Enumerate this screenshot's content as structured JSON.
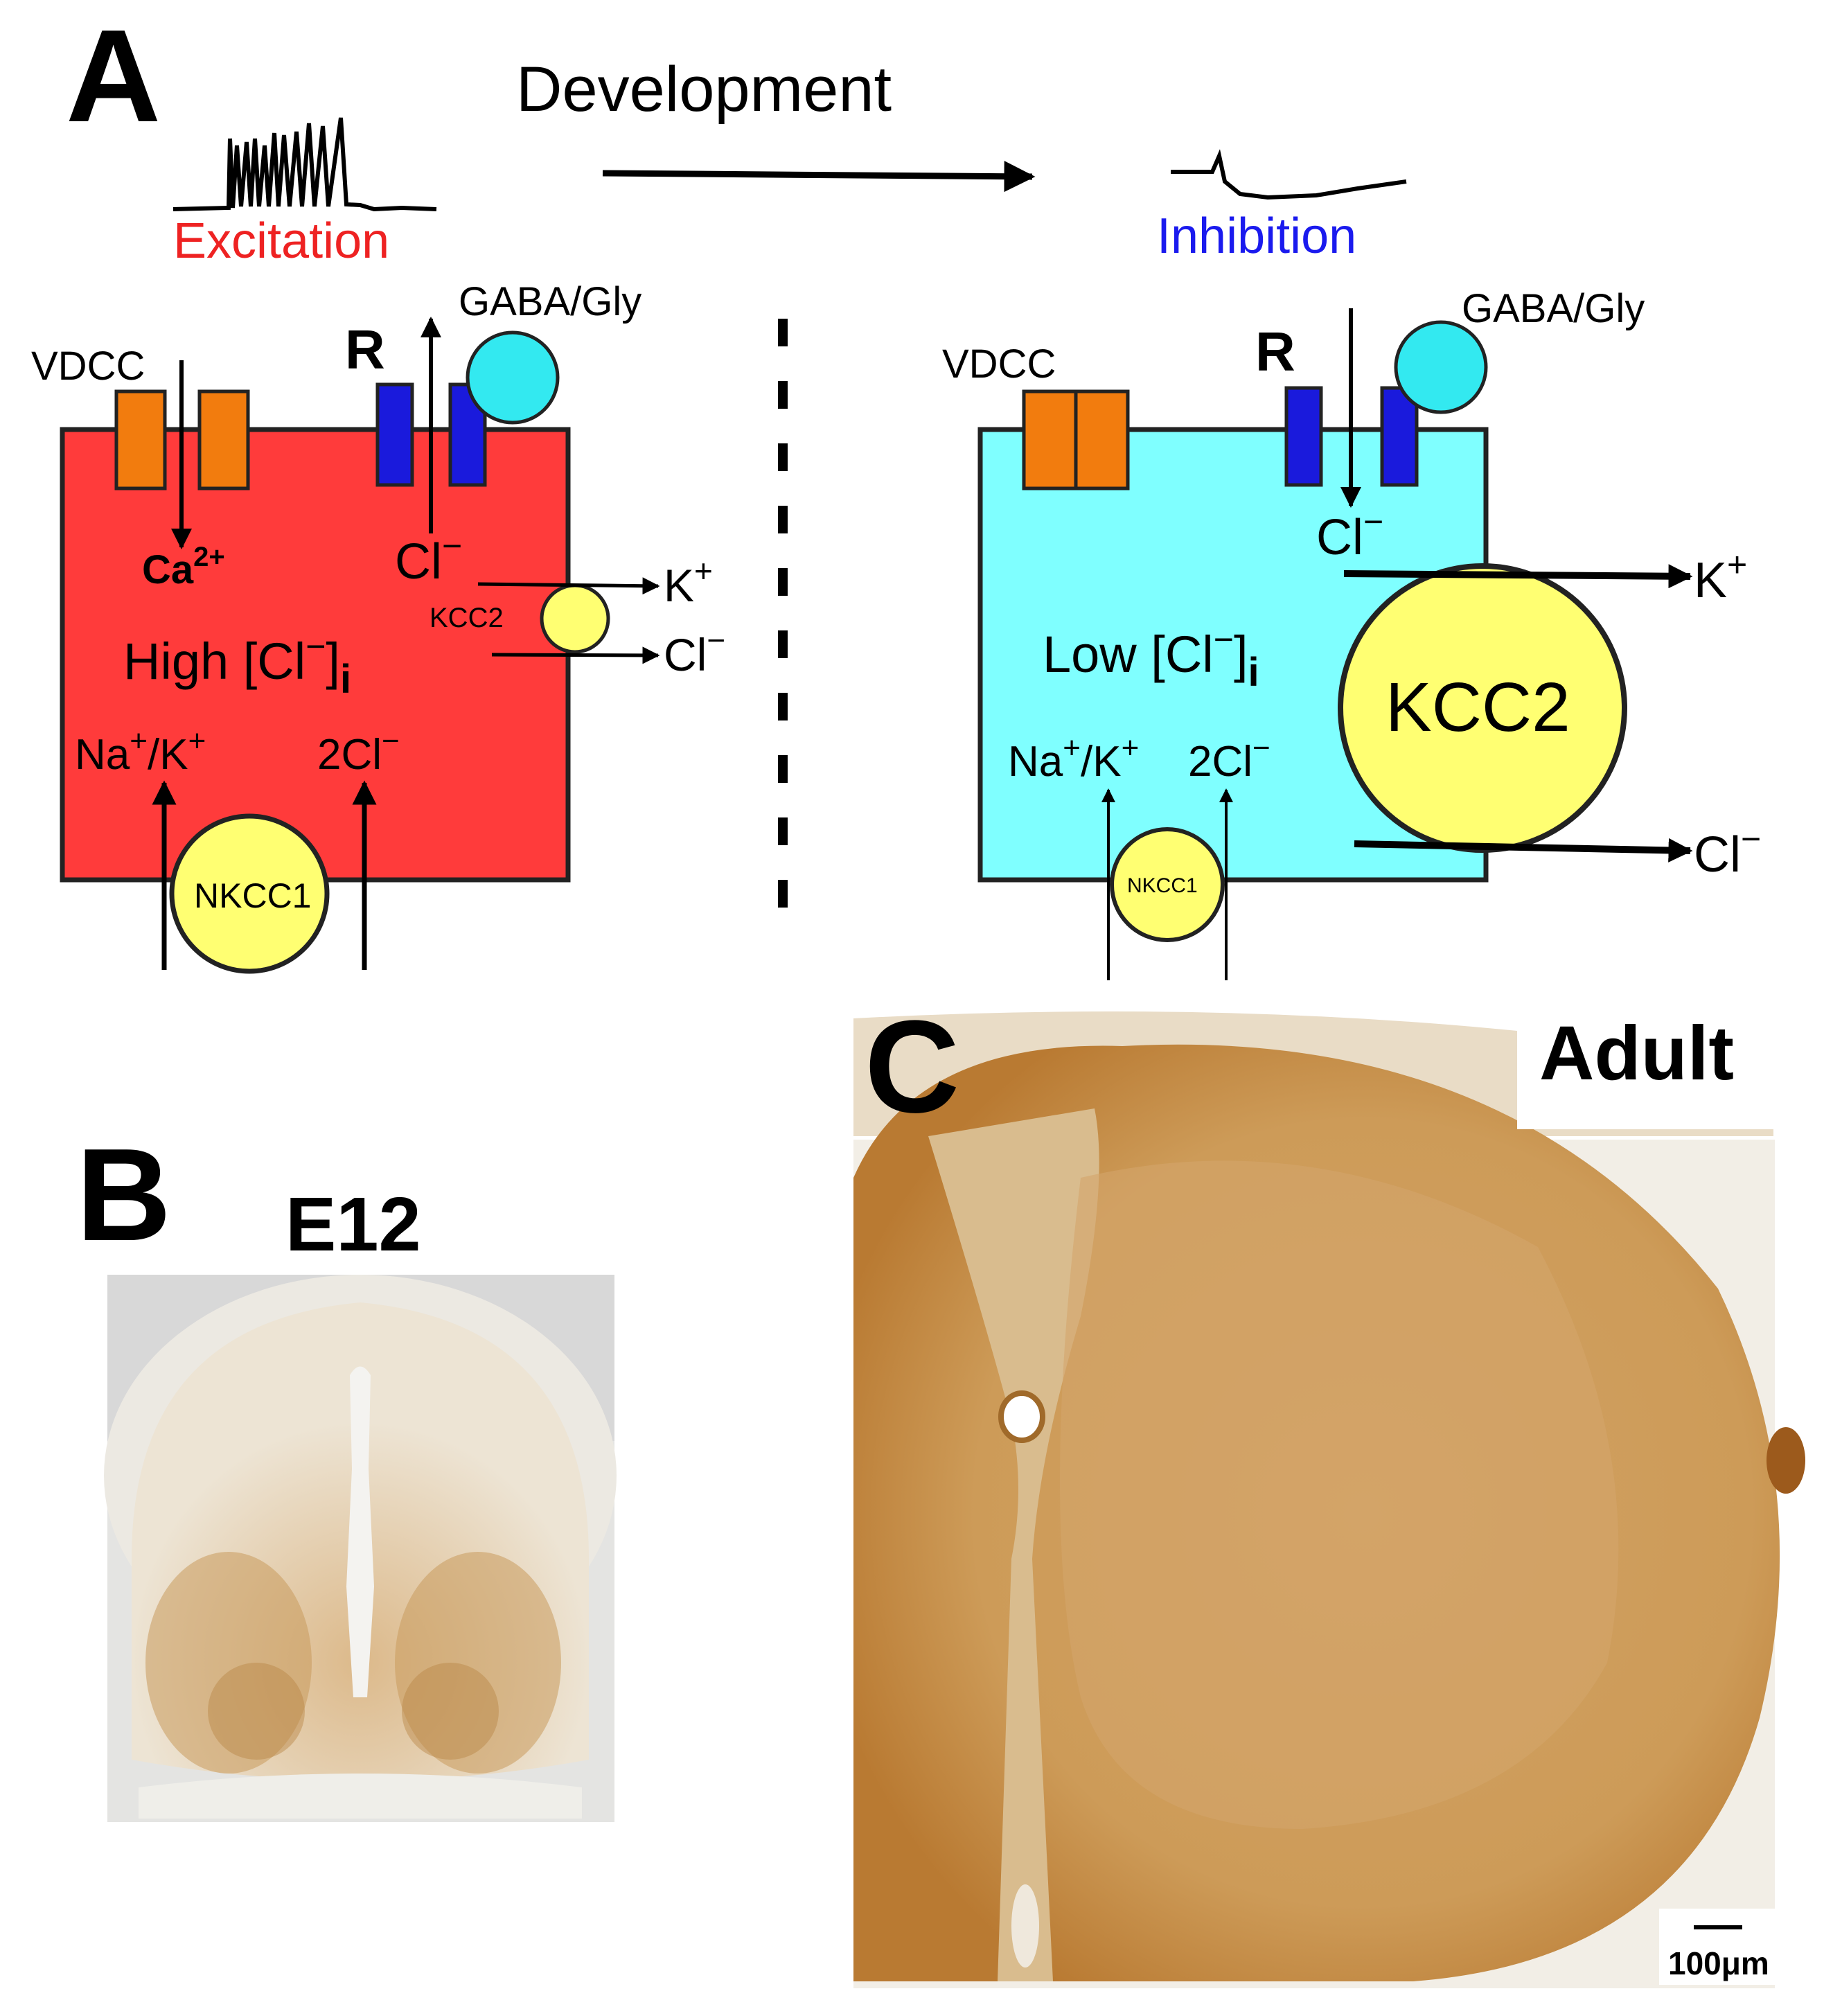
{
  "panel_a": {
    "label": "A",
    "development": "Development",
    "excitation": "Excitation",
    "inhibition": "Inhibition",
    "left_cell": {
      "vdcc": "VDCC",
      "r": "R",
      "gaba": "GABA/Gly",
      "ca": "Ca",
      "ca_sup": "2+",
      "cl": "Cl",
      "cl_sup": "−",
      "kcc2": "KCC2",
      "k_out": "K",
      "k_sup": "+",
      "cl_out": "Cl",
      "cl_out_sup": "−",
      "high": "High [Cl",
      "high_sup": "−",
      "high_end": "]",
      "high_sub": "i",
      "na": "Na",
      "na_sup": "+",
      "na_k": "/K",
      "na_k_sup": "+",
      "twocl": "2Cl",
      "twocl_sup": "−",
      "nkcc1": "NKCC1"
    },
    "right_cell": {
      "vdcc": "VDCC",
      "r": "R",
      "gaba": "GABA/Gly",
      "cl": "Cl",
      "cl_sup": "−",
      "k_out": "K",
      "k_sup": "+",
      "cl_out": "Cl",
      "cl_out_sup": "−",
      "kcc2": "KCC2",
      "low": "Low [Cl",
      "low_sup": "−",
      "low_end": "]",
      "low_sub": "i",
      "na": "Na",
      "na_sup": "+",
      "na_k": "/K",
      "na_k_sup": "+",
      "twocl": "2Cl",
      "twocl_sup": "−",
      "nkcc1": "NKCC1"
    }
  },
  "panel_b": {
    "label": "B",
    "stage": "E12"
  },
  "panel_c": {
    "label": "C",
    "stage": "Adult",
    "scale_bar": "100μm"
  },
  "colors": {
    "cell_red": "#ff3b3b",
    "cell_cyan": "#7fffff",
    "vdcc_orange": "#f27c0e",
    "receptor_blue": "#1a1adc",
    "ligand_cyan": "#33e9f0",
    "transporter_yellow": "#ffff72",
    "excitation_red": "#ee2222",
    "inhibition_blue": "#1a1aee",
    "stain_brown": "#c99850"
  }
}
